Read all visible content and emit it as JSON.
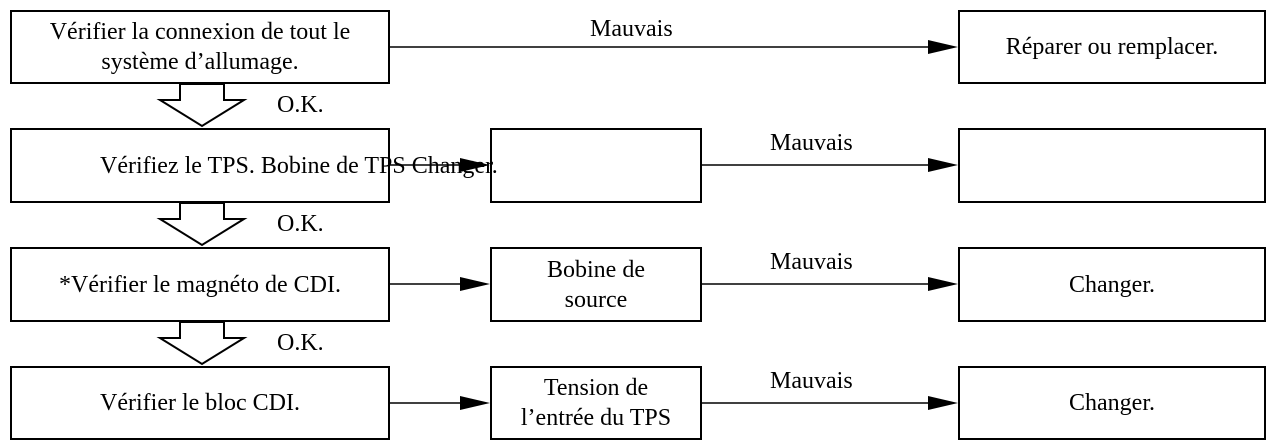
{
  "steps": [
    {
      "check": [
        "Vérifier la connexion de tout le",
        "système d’allumage."
      ],
      "bad_label": "Mauvais",
      "result": [
        "Réparer ou remplacer."
      ]
    },
    {
      "check": [
        "Vérifiez le TPS. Bobine de TPS Changer."
      ],
      "component": [],
      "bad_label": "Mauvais",
      "result": []
    },
    {
      "check": [
        "*Vérifier le magnéto de CDI."
      ],
      "component": [
        "Bobine de",
        "source"
      ],
      "bad_label": "Mauvais",
      "result": [
        "Changer."
      ]
    },
    {
      "check": [
        "Vérifier le bloc CDI."
      ],
      "component": [
        "Tension de",
        "l’entrée du TPS"
      ],
      "bad_label": "Mauvais",
      "result": [
        "Changer."
      ]
    }
  ],
  "ok_labels": [
    "O.K.",
    "O.K.",
    "O.K."
  ]
}
